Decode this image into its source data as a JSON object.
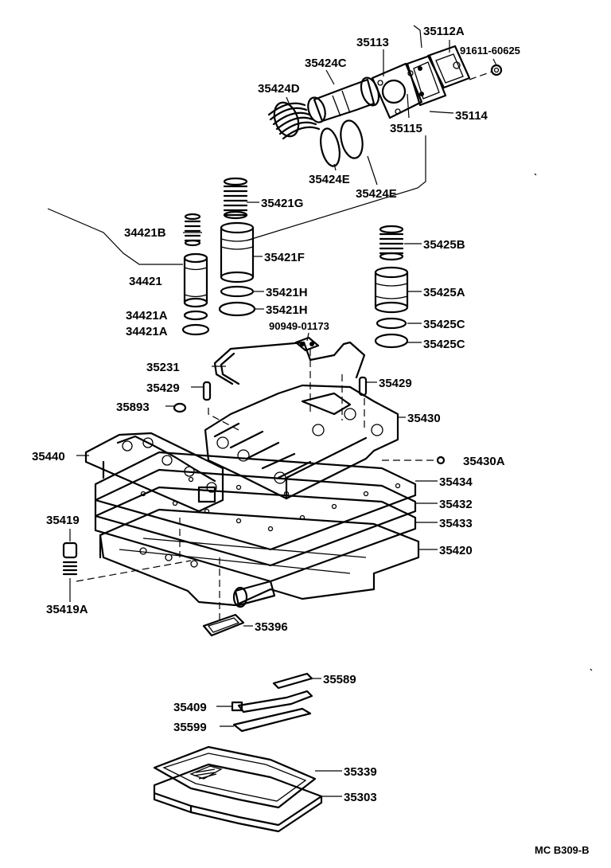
{
  "diagram_code": "MC B309-B",
  "parts": {
    "p35113": "35113",
    "p35112A": "35112A",
    "p91611": "91611-60625",
    "p35424C": "35424C",
    "p35424D": "35424D",
    "p35114": "35114",
    "p35115": "35115",
    "p35424E_1": "35424E",
    "p35424E_2": "35424E",
    "p35421G": "35421G",
    "p34421B": "34421B",
    "p35425B": "35425B",
    "p35421F": "35421F",
    "p34421": "34421",
    "p35425A": "35425A",
    "p35421H_1": "35421H",
    "p35421H_2": "35421H",
    "p34421A_1": "34421A",
    "p34421A_2": "34421A",
    "p35425C_1": "35425C",
    "p35425C_2": "35425C",
    "p90949": "90949-01173",
    "p35231": "35231",
    "p35429_1": "35429",
    "p35429_2": "35429",
    "p35893": "35893",
    "p35430": "35430",
    "p35440": "35440",
    "p35430A": "35430A",
    "p35434": "35434",
    "p35432": "35432",
    "p35419": "35419",
    "p35433": "35433",
    "p35420": "35420",
    "p35419A": "35419A",
    "p35396": "35396",
    "p35589": "35589",
    "p35409": "35409",
    "p35599": "35599",
    "p35339": "35339",
    "p35303": "35303"
  }
}
